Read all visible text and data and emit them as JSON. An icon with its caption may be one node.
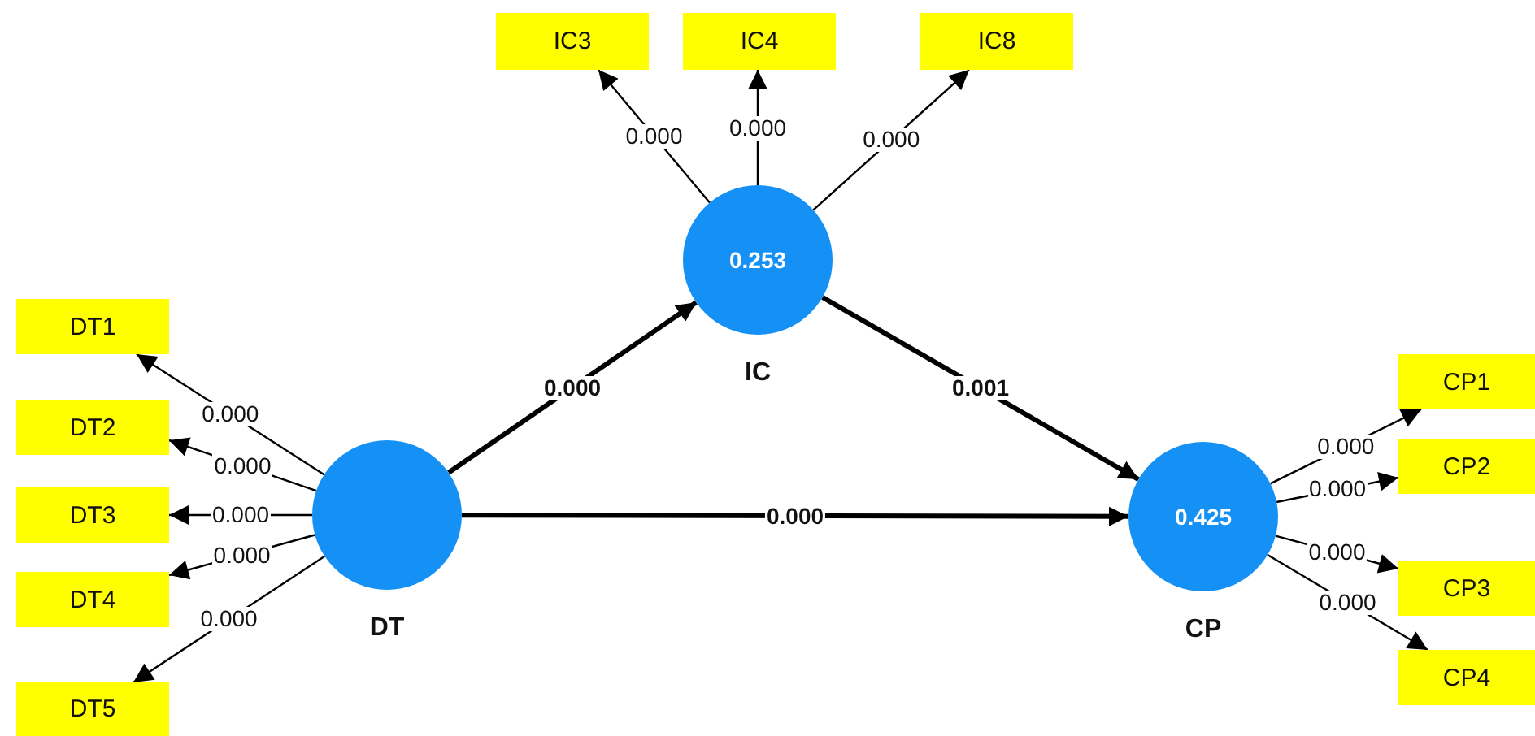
{
  "diagram": {
    "nodes": [
      {
        "text": [
          "IC3"
        ]
      },
      {
        "text": [
          "IC4"
        ]
      },
      {
        "text": [
          "IC8"
        ]
      },
      {
        "text": [
          "0.253",
          "IC"
        ]
      },
      {
        "text": [
          "DT1"
        ]
      },
      {
        "text": [
          "DT2"
        ]
      },
      {
        "text": [
          "DT3"
        ]
      },
      {
        "text": [
          "DT4"
        ]
      },
      {
        "text": [
          "DT5"
        ]
      },
      {
        "text": [
          "DT"
        ]
      },
      {
        "text": [
          "0.425",
          "CP"
        ]
      },
      {
        "text": [
          "CP1"
        ]
      },
      {
        "text": [
          "CP2"
        ]
      },
      {
        "text": [
          "CP3"
        ]
      },
      {
        "text": [
          "CP4"
        ]
      }
    ],
    "edges": [
      {
        "from": 3,
        "to": 0,
        "arrow": "to",
        "label": "0.000"
      },
      {
        "from": 3,
        "to": 1,
        "arrow": "to",
        "label": "0.000"
      },
      {
        "from": 3,
        "to": 2,
        "arrow": "to",
        "label": "0.000"
      },
      {
        "from": 9,
        "to": 4,
        "arrow": "to",
        "label": "0.000"
      },
      {
        "from": 9,
        "to": 5,
        "arrow": "to",
        "label": "0.000"
      },
      {
        "from": 9,
        "to": 6,
        "arrow": "to",
        "label": "0.000"
      },
      {
        "from": 9,
        "to": 7,
        "arrow": "to",
        "label": "0.000"
      },
      {
        "from": 9,
        "to": 8,
        "arrow": "to",
        "label": "0.000"
      },
      {
        "from": 9,
        "to": 3,
        "arrow": "to",
        "label": "0.000",
        "style": "thick"
      },
      {
        "from": 3,
        "to": 10,
        "arrow": "to",
        "label": "0.001",
        "style": "thick"
      },
      {
        "from": 9,
        "to": 10,
        "arrow": "to",
        "label": "0.000",
        "style": "thick"
      },
      {
        "from": 10,
        "to": 11,
        "arrow": "to",
        "label": "0.000"
      },
      {
        "from": 10,
        "to": 12,
        "arrow": "to",
        "label": "0.000"
      },
      {
        "from": 10,
        "to": 13,
        "arrow": "to",
        "label": "0.000"
      },
      {
        "from": 10,
        "to": 14,
        "arrow": "to",
        "label": "0.000"
      }
    ]
  }
}
